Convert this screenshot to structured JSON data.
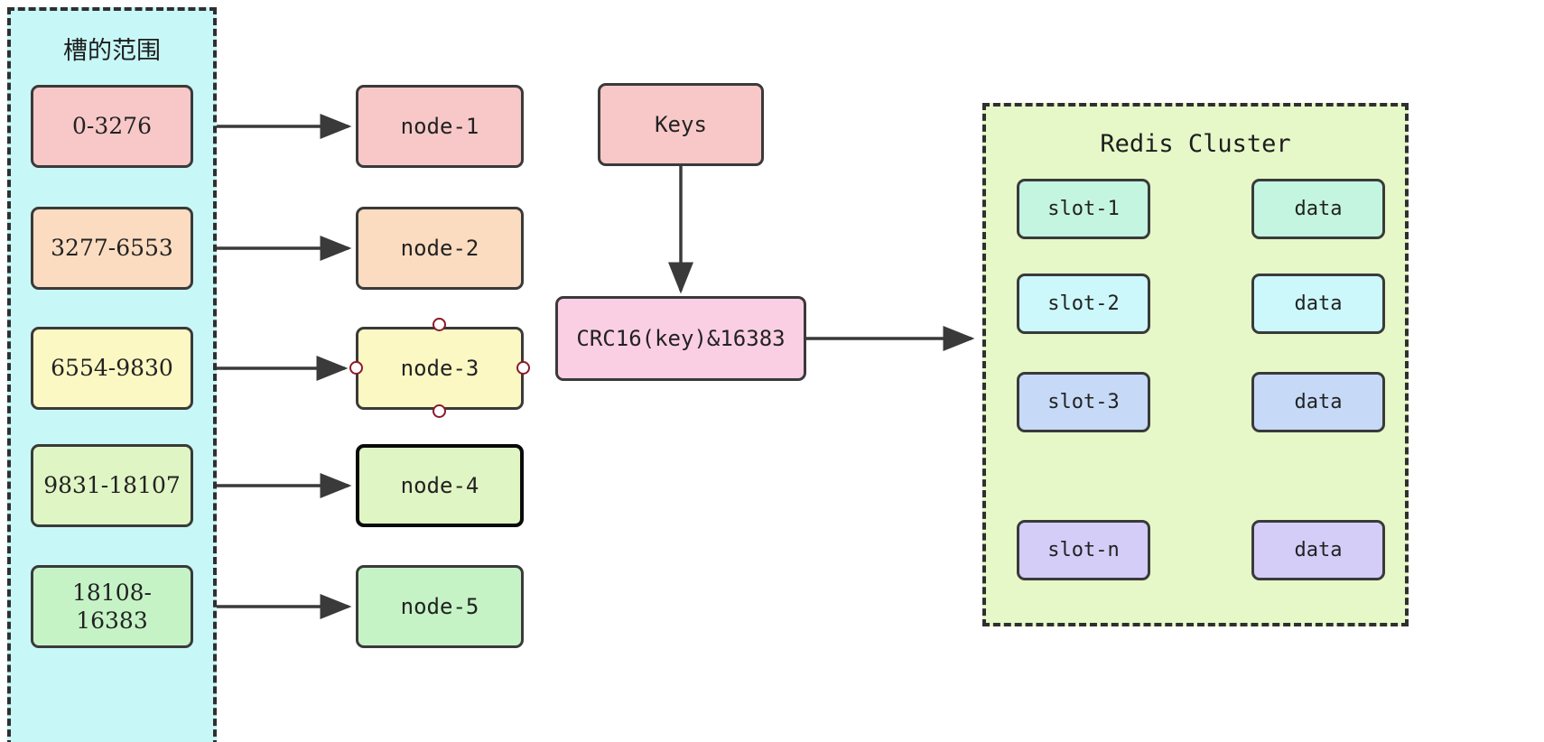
{
  "diagram": {
    "title": "Redis Cluster slot mapping diagram",
    "background": "#ffffff",
    "stroke": "#3a3a3a"
  },
  "slot_range_region": {
    "label": "槽的范围",
    "fill": "#c8f7f7",
    "border": "#2f2f2f",
    "ranges": [
      {
        "label": "0-3276",
        "fill": "#f8c8c8"
      },
      {
        "label": "3277-6553",
        "fill": "#fbdcc0"
      },
      {
        "label": "6554-9830",
        "fill": "#fbf8c3"
      },
      {
        "label": "9831-18107",
        "fill": "#e0f5c4"
      },
      {
        "label": "18108-\n16383",
        "fill": "#c6f3c6"
      }
    ]
  },
  "nodes": {
    "items": [
      {
        "label": "node-1",
        "fill": "#f8c8c8",
        "selected": false,
        "emphasized": false
      },
      {
        "label": "node-2",
        "fill": "#fbdcc0",
        "selected": false,
        "emphasized": false
      },
      {
        "label": "node-3",
        "fill": "#fbf8c3",
        "selected": true,
        "emphasized": false
      },
      {
        "label": "node-4",
        "fill": "#e0f5c4",
        "selected": false,
        "emphasized": true
      },
      {
        "label": "node-5",
        "fill": "#c6f3c6",
        "selected": false,
        "emphasized": false
      }
    ],
    "handle_color": "#8b1a2b"
  },
  "hash_flow": {
    "keys": {
      "label": "Keys",
      "fill": "#f8c8c8"
    },
    "formula": {
      "label": "CRC16(key)&16383",
      "fill": "#fbcfe3"
    }
  },
  "cluster": {
    "label": "Redis Cluster",
    "fill": "#e6f8c8",
    "border": "#2f2f2f",
    "rows": [
      {
        "slot": "slot-1",
        "data": "data",
        "fill": "#c4f5e0",
        "link": "arrow"
      },
      {
        "slot": "slot-2",
        "data": "data",
        "fill": "#ccf8fb",
        "link": "arrow"
      },
      {
        "slot": "slot-3",
        "data": "data",
        "fill": "#c6daf7",
        "link": "arrow"
      },
      {
        "slot": "slot-n",
        "data": "data",
        "fill": "#d4cdf8",
        "link": "arrow"
      }
    ],
    "vertical_link_style": "dashed"
  }
}
